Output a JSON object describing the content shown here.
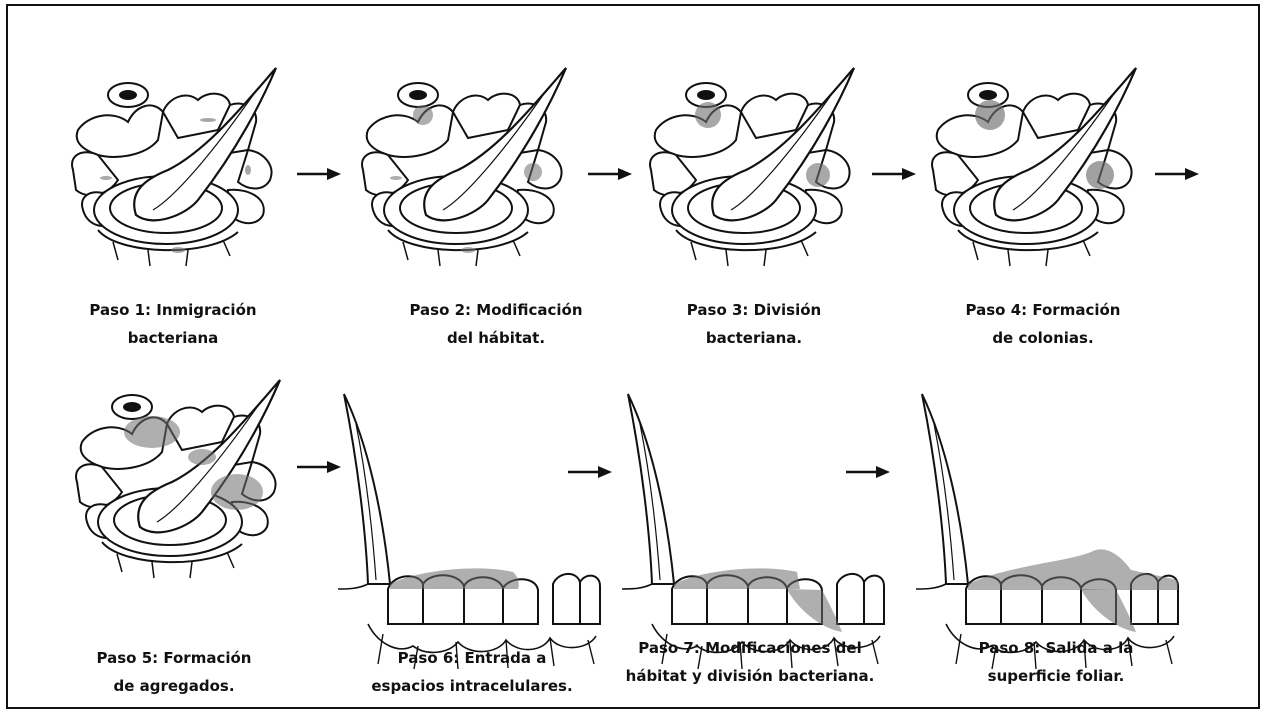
{
  "steps": [
    {
      "line1": "Paso 1: Inmigración",
      "line2": "bacteriana"
    },
    {
      "line1": "Paso 2: Modificación",
      "line2": "del hábitat."
    },
    {
      "line1": "Paso 3: División",
      "line2": "bacteriana."
    },
    {
      "line1": "Paso 4: Formación",
      "line2": "de colonias."
    },
    {
      "line1": "Paso 5: Formación",
      "line2": "de agregados."
    },
    {
      "line1": "Paso 6: Entrada a",
      "line2": "espacios intracelulares."
    },
    {
      "line1": "Paso 7: Modificaciones del",
      "line2": "hábitat y división bacteriana."
    },
    {
      "line1": "Paso 8: Salida a la",
      "line2": "superficie foliar."
    }
  ],
  "colors": {
    "ink": "#111111",
    "bacteria": "#6e6e6e"
  }
}
